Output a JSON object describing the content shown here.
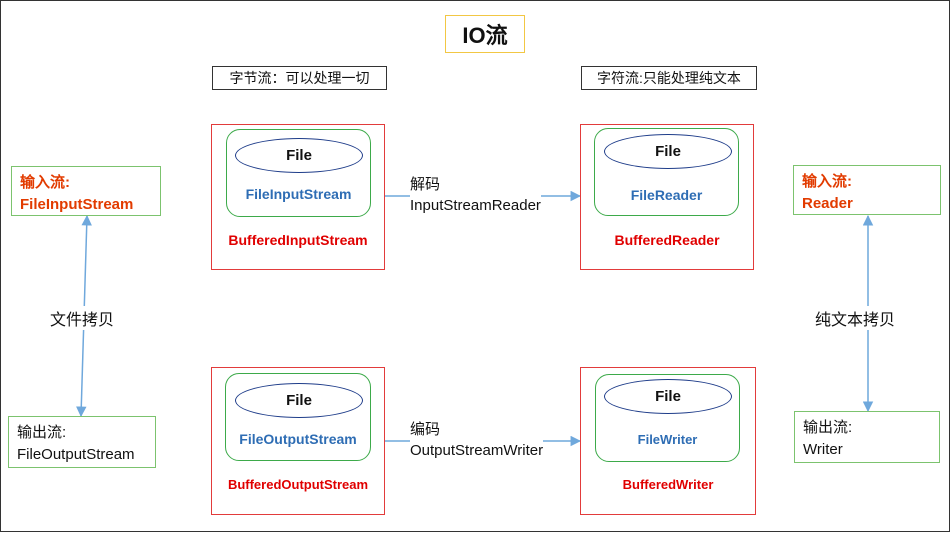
{
  "title": "IO流",
  "byte_stream_label": "字节流：可以处理一切",
  "char_stream_label": "字符流:只能处理纯文本",
  "byte_input": {
    "file": "File",
    "inner": "FileInputStream",
    "outer": "BufferedInputStream"
  },
  "char_input": {
    "file": "File",
    "inner": "FileReader",
    "outer": "BufferedReader"
  },
  "byte_output": {
    "file": "File",
    "inner": "FileOutputStream",
    "outer": "BufferedOutputStream"
  },
  "char_output": {
    "file": "File",
    "inner": "FileWriter",
    "outer": "BufferedWriter"
  },
  "decode": {
    "title": "解码",
    "class": "InputStreamReader"
  },
  "encode": {
    "title": "编码",
    "class": "OutputStreamWriter"
  },
  "left_input": {
    "title": "输入流:",
    "name": "FileInputStream"
  },
  "left_output": {
    "title": "输出流:",
    "name": "FileOutputStream"
  },
  "right_input": {
    "title": "输入流:",
    "name": "Reader"
  },
  "right_output": {
    "title": "输出流:",
    "name": "Writer"
  },
  "file_copy": "文件拷贝",
  "text_copy": "纯文本拷贝",
  "colors": {
    "red": "#e23b3b",
    "green": "#3daa4a",
    "blue_text": "#2e6db4",
    "arrow": "#6fa8dc",
    "title_border": "#f2c744"
  }
}
